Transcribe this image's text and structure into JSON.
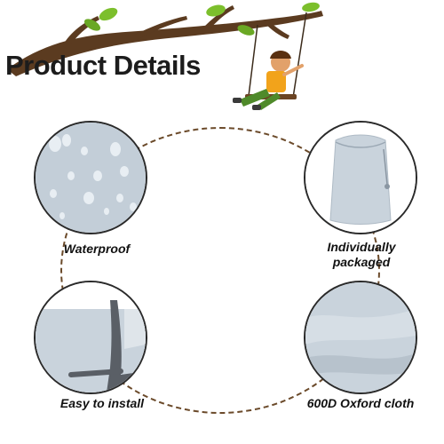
{
  "header": {
    "title": "Product Details"
  },
  "features": [
    {
      "label": "Waterproof",
      "icon": "water-droplets-photo"
    },
    {
      "label": "Individually packaged",
      "icon": "storage-bag-photo"
    },
    {
      "label": "Easy to install",
      "icon": "frame-cover-photo"
    },
    {
      "label": "600D Oxford cloth",
      "icon": "fabric-photo"
    }
  ],
  "colors": {
    "branch": "#5b3b20",
    "leaf": "#7cbf2c",
    "fabric": "#c9d3dc",
    "ring": "#6b4a2a",
    "text": "#111111"
  }
}
